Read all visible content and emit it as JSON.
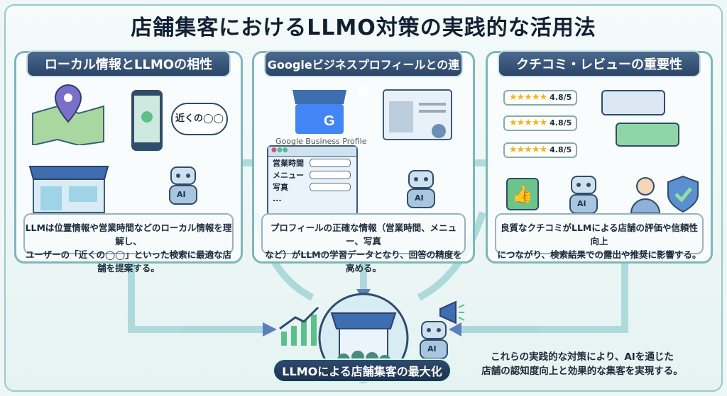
{
  "title": "店舗集客におけるLLMO対策の実践的な活用法",
  "panels": [
    {
      "heading": "ローカル情報とLLMOの相性",
      "bubble_text": "近くの◯◯",
      "robot_label": "AI",
      "description_line1": "LLMは位置情報や営業時間などのローカル情報を理解し、",
      "description_line2": "ユーザーの「近くの◯◯」といった検索に最適な店舗を提案する。"
    },
    {
      "heading": "Googleビジネスプロフィールとの連携",
      "logo_text": "Google Business Profile",
      "form_fields": [
        "営業時間",
        "メニュー",
        "写真",
        "..."
      ],
      "robot_label": "AI",
      "description_line1": "プロフィールの正確な情報（営業時間、メニュー、写真",
      "description_line2": "など）がLLMの学習データとなり、回答の精度を高める。"
    },
    {
      "heading": "クチコミ・レビューの重要性",
      "ratings": [
        "4.8/5",
        "4.8/5",
        "4.8/5"
      ],
      "robot_label": "AI",
      "description_line1": "良質なクチコミがLLMによる店舗の評価や信頼性向上",
      "description_line2": "につながり、検索結果での露出や推奨に影響する。"
    }
  ],
  "bottom": {
    "label": "LLMOによる店舗集客の最大化",
    "robot_label": "AI",
    "summary_line1": "これらの実践的な対策により、AIを通じた",
    "summary_line2": "店舗の認知度向上と効果的な集客を実現する。"
  },
  "colors": {
    "heading_bg": "#2b4466",
    "border": "#7fb6bd",
    "accent_green": "#5cc08a",
    "star": "#f2b51c"
  }
}
